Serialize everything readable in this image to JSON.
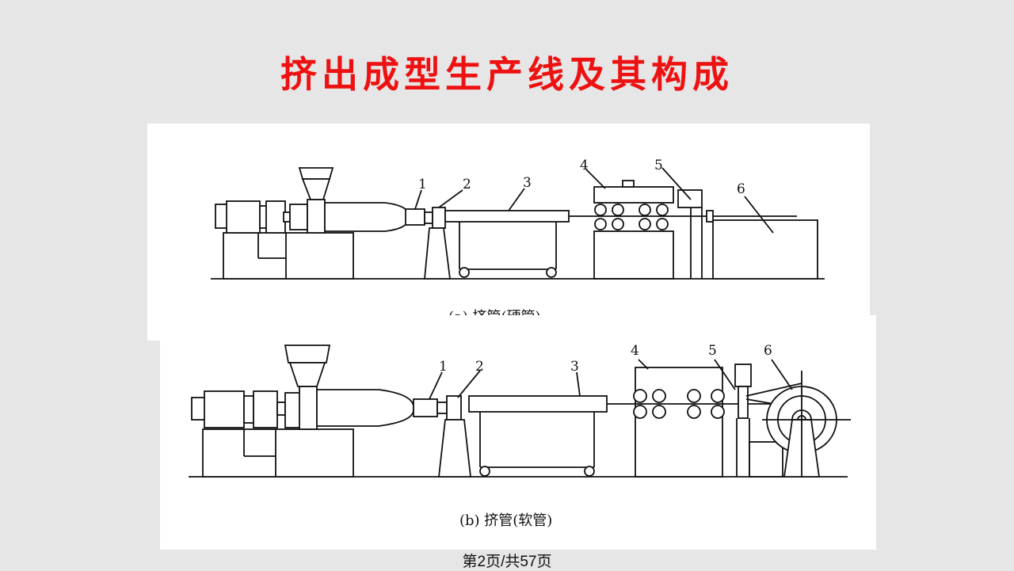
{
  "slide": {
    "title": "挤出成型生产线及其构成",
    "footer": "第2页/共57页"
  },
  "figure_a": {
    "caption": "(a) 挤管(硬管)",
    "labels": [
      "1",
      "2",
      "3",
      "4",
      "5",
      "6"
    ]
  },
  "figure_b": {
    "caption": "(b) 挤管(软管)",
    "labels": [
      "1",
      "2",
      "3",
      "4",
      "5",
      "6"
    ]
  }
}
